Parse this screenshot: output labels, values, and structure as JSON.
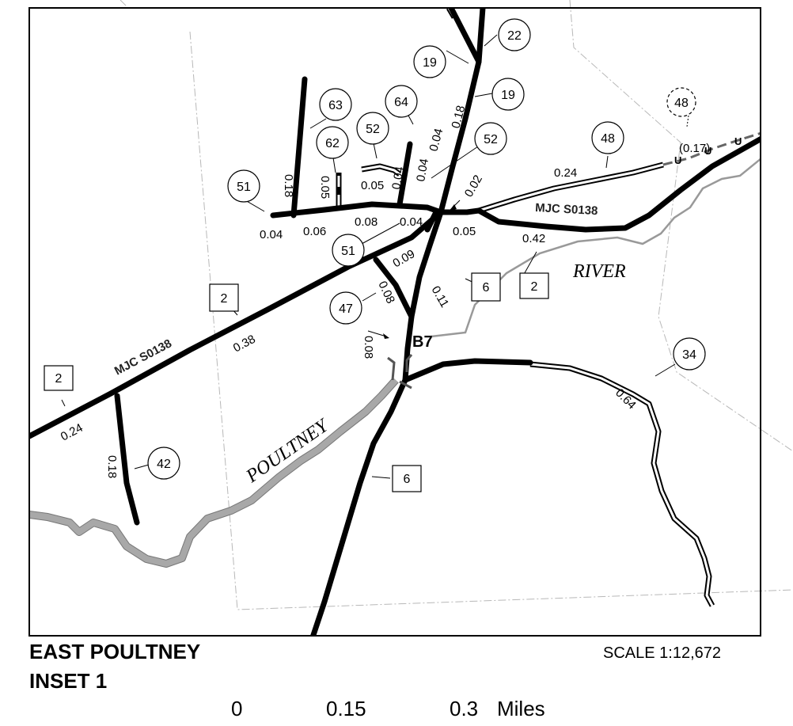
{
  "map": {
    "place_name": "EAST POULTNEY",
    "inset_label": "INSET 1",
    "scale": "SCALE 1:12,672",
    "scale_bar": {
      "zero": "0",
      "mid": "0.15",
      "end": "0.3",
      "unit": "Miles"
    },
    "road_names": [
      "MJC S0138",
      "MJC S0138"
    ],
    "river_names": [
      "RIVER",
      "POULTNEY"
    ],
    "junction_label": "B7",
    "circle_labels": [
      "22",
      "19",
      "19",
      "63",
      "64",
      "52",
      "62",
      "52",
      "48",
      "48",
      "51",
      "51",
      "47",
      "42",
      "34"
    ],
    "box_labels": [
      "2",
      "2",
      "2",
      "6",
      "6"
    ],
    "distances": [
      "0.18",
      "0.18",
      "0.04",
      "0.04",
      "0.04",
      "0.05",
      "0.05",
      "0.02",
      "0.24",
      "(0.17)",
      "0.04",
      "0.06",
      "0.08",
      "0.04",
      "0.05",
      "0.42",
      "0.09",
      "0.11",
      "0.08",
      "0.38",
      "0.08",
      "0.24",
      "0.18",
      "0.64"
    ],
    "colors": {
      "road": "#000000",
      "river": "#a8a8a8",
      "river_edge": "#777777",
      "boundary": "#b8b8b8"
    }
  }
}
